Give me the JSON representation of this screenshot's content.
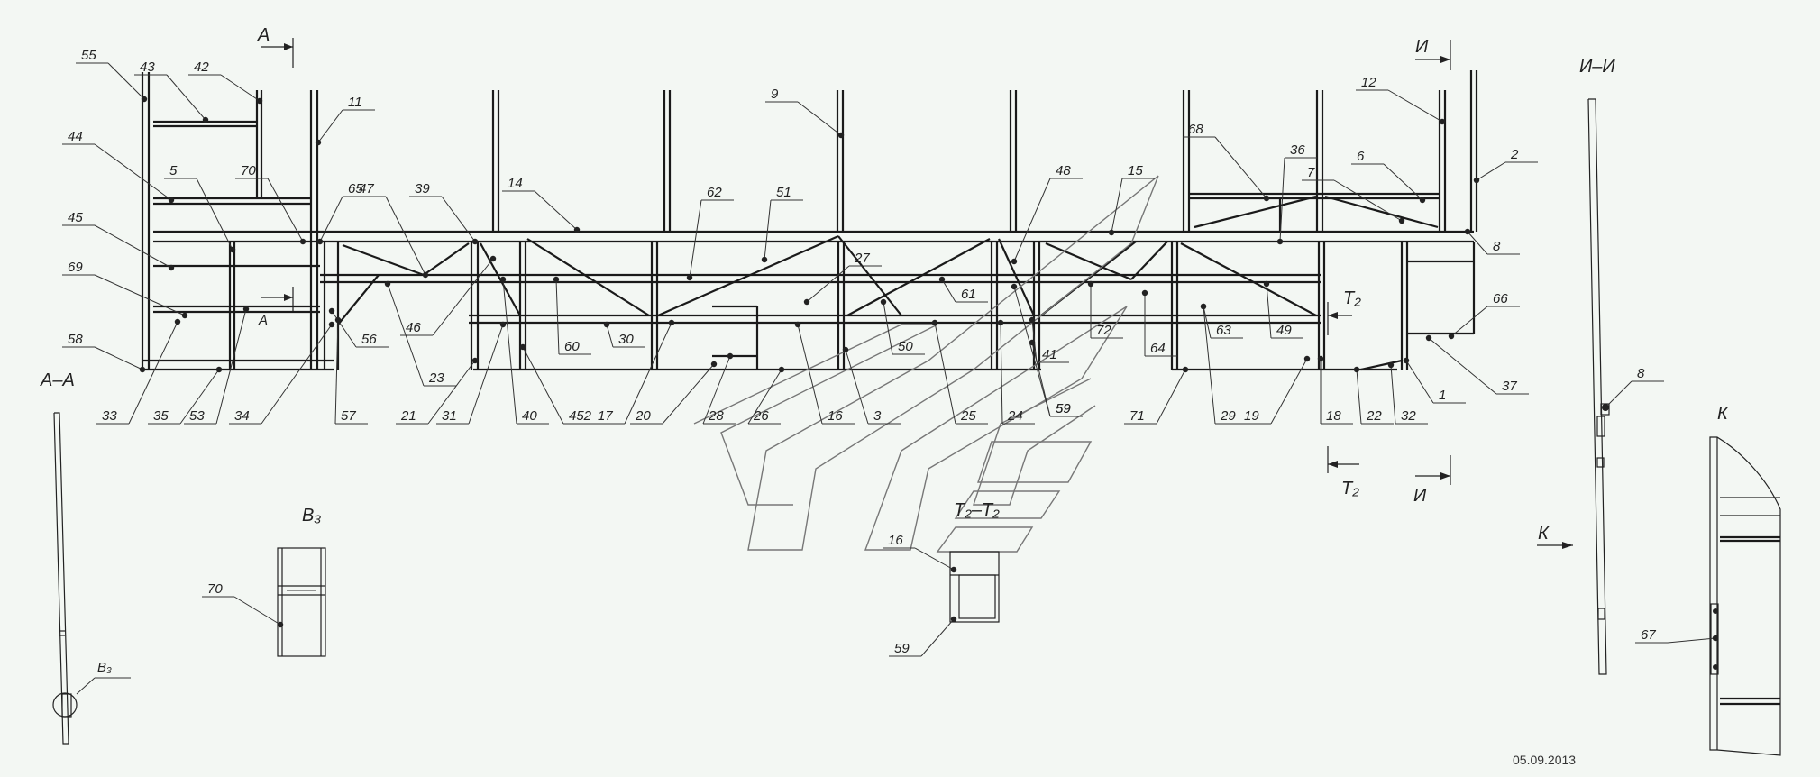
{
  "drawing": {
    "date": "05.09.2013",
    "section_labels": {
      "a_top": "А",
      "a_bottom": "А",
      "aa_view": "А–А",
      "i_top": "И",
      "i_bottom": "И",
      "ii_view": "И–И",
      "t2_top": "T₂",
      "t2_bottom": "T₂",
      "t2t2_view": "T₂–T₂",
      "b3_view": "B₃",
      "b3_callout": "B₃",
      "k_arrow": "К",
      "k_view": "К"
    },
    "callouts": [
      {
        "id": "55",
        "text": "55"
      },
      {
        "id": "43",
        "text": "43"
      },
      {
        "id": "42",
        "text": "42"
      },
      {
        "id": "11",
        "text": "11"
      },
      {
        "id": "44",
        "text": "44"
      },
      {
        "id": "5",
        "text": "5"
      },
      {
        "id": "70",
        "text": "70"
      },
      {
        "id": "65",
        "text": "65"
      },
      {
        "id": "47",
        "text": "47"
      },
      {
        "id": "39",
        "text": "39"
      },
      {
        "id": "14",
        "text": "14"
      },
      {
        "id": "62",
        "text": "62"
      },
      {
        "id": "51",
        "text": "51"
      },
      {
        "id": "9",
        "text": "9"
      },
      {
        "id": "48",
        "text": "48"
      },
      {
        "id": "15",
        "text": "15"
      },
      {
        "id": "68",
        "text": "68"
      },
      {
        "id": "36",
        "text": "36"
      },
      {
        "id": "12",
        "text": "12"
      },
      {
        "id": "6",
        "text": "6"
      },
      {
        "id": "7",
        "text": "7"
      },
      {
        "id": "2",
        "text": "2"
      },
      {
        "id": "45",
        "text": "45"
      },
      {
        "id": "69",
        "text": "69"
      },
      {
        "id": "58",
        "text": "58"
      },
      {
        "id": "27",
        "text": "27"
      },
      {
        "id": "61",
        "text": "61"
      },
      {
        "id": "72",
        "text": "72"
      },
      {
        "id": "64",
        "text": "64"
      },
      {
        "id": "63",
        "text": "63"
      },
      {
        "id": "49",
        "text": "49"
      },
      {
        "id": "8",
        "text": "8"
      },
      {
        "id": "66",
        "text": "66"
      },
      {
        "id": "37",
        "text": "37"
      },
      {
        "id": "1",
        "text": "1"
      },
      {
        "id": "46",
        "text": "46"
      },
      {
        "id": "23",
        "text": "23"
      },
      {
        "id": "56",
        "text": "56"
      },
      {
        "id": "60",
        "text": "60"
      },
      {
        "id": "30",
        "text": "30"
      },
      {
        "id": "50",
        "text": "50"
      },
      {
        "id": "41",
        "text": "41"
      },
      {
        "id": "59",
        "text": "59"
      },
      {
        "id": "33",
        "text": "33"
      },
      {
        "id": "35",
        "text": "35"
      },
      {
        "id": "53",
        "text": "53"
      },
      {
        "id": "34",
        "text": "34"
      },
      {
        "id": "57",
        "text": "57"
      },
      {
        "id": "21",
        "text": "21"
      },
      {
        "id": "31",
        "text": "31"
      },
      {
        "id": "40",
        "text": "40"
      },
      {
        "id": "452",
        "text": "452"
      },
      {
        "id": "17",
        "text": "17"
      },
      {
        "id": "20",
        "text": "20"
      },
      {
        "id": "28",
        "text": "28"
      },
      {
        "id": "26",
        "text": "26"
      },
      {
        "id": "16",
        "text": "16"
      },
      {
        "id": "3",
        "text": "3"
      },
      {
        "id": "25",
        "text": "25"
      },
      {
        "id": "24",
        "text": "24"
      },
      {
        "id": "59b",
        "text": "59"
      },
      {
        "id": "71",
        "text": "71"
      },
      {
        "id": "29",
        "text": "29"
      },
      {
        "id": "19",
        "text": "19"
      },
      {
        "id": "18",
        "text": "18"
      },
      {
        "id": "22",
        "text": "22"
      },
      {
        "id": "32",
        "text": "32"
      },
      {
        "id": "70b",
        "text": "70"
      },
      {
        "id": "16b",
        "text": "16"
      },
      {
        "id": "59c",
        "text": "59"
      },
      {
        "id": "8b",
        "text": "8"
      },
      {
        "id": "67",
        "text": "67"
      }
    ]
  }
}
